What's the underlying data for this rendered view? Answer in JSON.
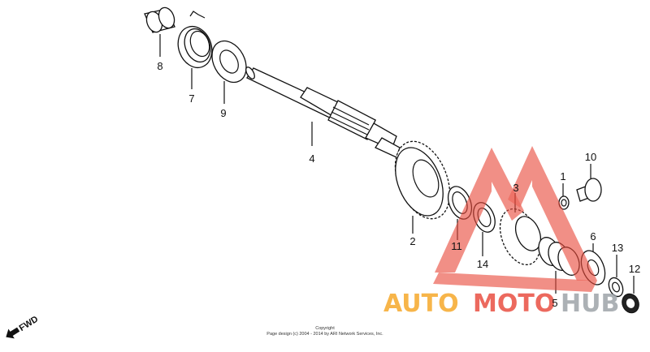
{
  "callouts": [
    {
      "label": "8"
    },
    {
      "label": "7"
    },
    {
      "label": "9"
    },
    {
      "label": "4"
    },
    {
      "label": "2"
    },
    {
      "label": "11"
    },
    {
      "label": "14"
    },
    {
      "label": "3"
    },
    {
      "label": "1"
    },
    {
      "label": "10"
    },
    {
      "label": "6"
    },
    {
      "label": "13"
    },
    {
      "label": "12"
    },
    {
      "label": "5"
    }
  ],
  "direction_label": "FWD",
  "copyright": {
    "line1": "Copyright",
    "line2": "Page design (c) 2004 - 2014 by ARI Network Services, Inc."
  },
  "watermark": {
    "text_a": "AUTO",
    "text_b": "MOTO",
    "text_c": "HUB",
    "colors": {
      "orange": "#f6a623",
      "red": "#e8493b",
      "grey": "#9aa0a6"
    }
  }
}
